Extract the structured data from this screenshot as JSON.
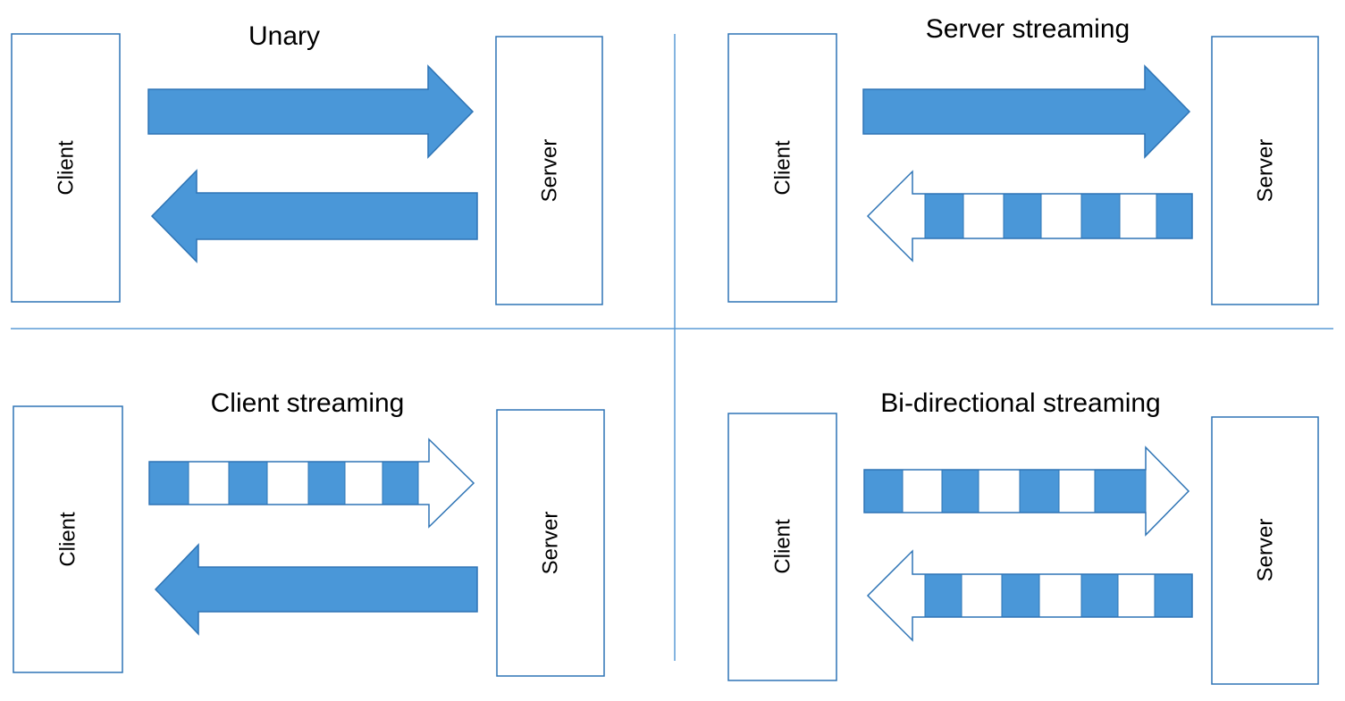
{
  "colors": {
    "arrow_fill": "#4A97D8",
    "arrow_stroke": "#2E74B5",
    "divider": "#5B9BD5",
    "stripe_light": "#FFFFFF"
  },
  "panels": {
    "unary": {
      "title": "Unary",
      "client_label": "Client",
      "server_label": "Server",
      "request": "solid",
      "response": "solid"
    },
    "server_streaming": {
      "title": "Server streaming",
      "client_label": "Client",
      "server_label": "Server",
      "request": "solid",
      "response": "striped"
    },
    "client_streaming": {
      "title": "Client streaming",
      "client_label": "Client",
      "server_label": "Server",
      "request": "striped",
      "response": "solid"
    },
    "bidirectional": {
      "title": "Bi-directional streaming",
      "client_label": "Client",
      "server_label": "Server",
      "request": "striped",
      "response": "striped"
    }
  }
}
